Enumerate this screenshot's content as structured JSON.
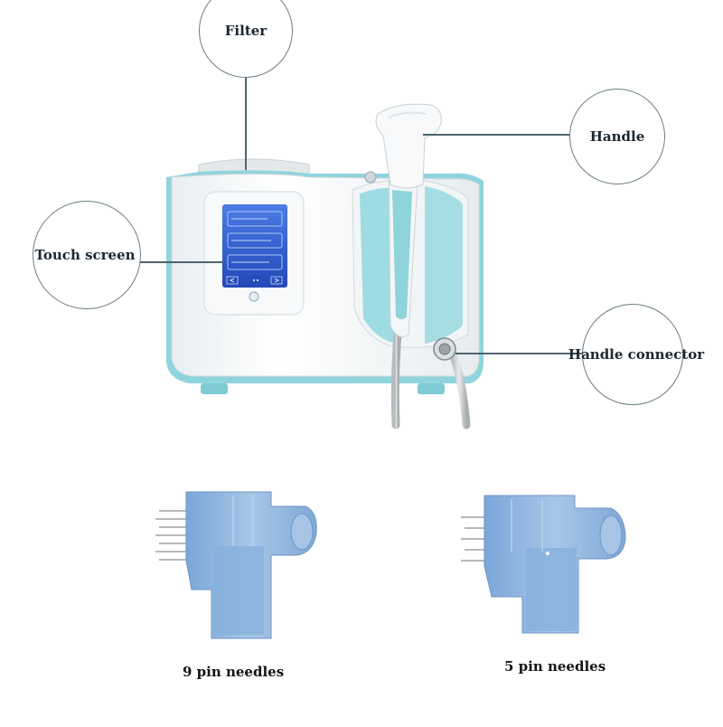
{
  "callouts": {
    "filter": "Filter",
    "handle": "Handle",
    "touch_screen": "Touch screen",
    "handle_connector": "Handle connector"
  },
  "captions": {
    "nine_pin": "9 pin needles",
    "five_pin": "5 pin needles"
  },
  "colors": {
    "device_body": "#f4f7f8",
    "accent_teal": "#7fd0d8",
    "screen_blue": "#2f5fd0",
    "needle_blue": "#8fb4dc"
  },
  "icons": {
    "screen_prev": "chevron-left-icon",
    "screen_next": "chevron-right-icon"
  }
}
